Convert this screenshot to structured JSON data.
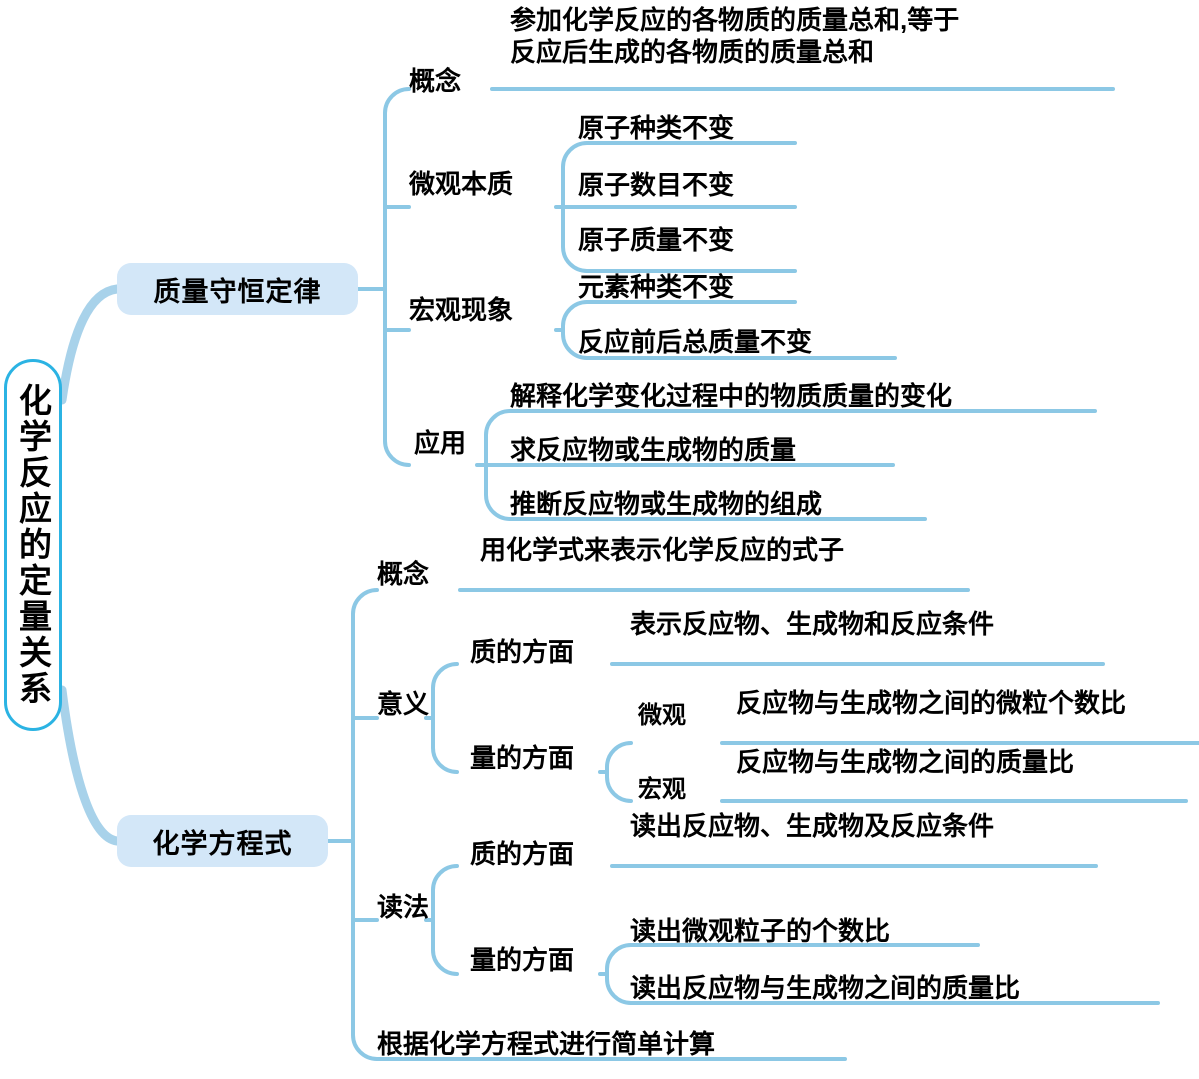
{
  "diagram": {
    "title": "化学反应的定量关系",
    "type": "mind-map",
    "colors": {
      "root_border": "#2BB3E3",
      "branch_fill": "#D3E7F8",
      "connector": "#7BC0E2",
      "connector_thin": "#9CCDE8",
      "text": "#000000",
      "background": "#FFFFFF"
    }
  },
  "root": {
    "label": "化学反应的定量关系"
  },
  "branches": [
    {
      "label": "质量守恒定律",
      "children": [
        {
          "label": "概念",
          "leaves": [
            {
              "line1": "参加化学反应的各物质的质量总和,等于",
              "line2": "反应后生成的各物质的质量总和"
            }
          ]
        },
        {
          "label": "微观本质",
          "leaves": [
            {
              "text": "原子种类不变"
            },
            {
              "text": "原子数目不变"
            },
            {
              "text": "原子质量不变"
            }
          ]
        },
        {
          "label": "宏观现象",
          "leaves": [
            {
              "text": "元素种类不变"
            },
            {
              "text": "反应前后总质量不变"
            }
          ]
        },
        {
          "label": "应用",
          "leaves": [
            {
              "text": "解释化学变化过程中的物质质量的变化"
            },
            {
              "text": "求反应物或生成物的质量"
            },
            {
              "text": "推断反应物或生成物的组成"
            }
          ]
        }
      ]
    },
    {
      "label": "化学方程式",
      "children": [
        {
          "label": "概念",
          "leaves": [
            {
              "text": "用化学式来表示化学反应的式子"
            }
          ]
        },
        {
          "label": "意义",
          "subgroups": [
            {
              "label": "质的方面",
              "leaves": [
                {
                  "text": "表示反应物、生成物和反应条件"
                }
              ]
            },
            {
              "label": "量的方面",
              "aspects": [
                {
                  "label": "微观",
                  "text": "反应物与生成物之间的微粒个数比"
                },
                {
                  "label": "宏观",
                  "text": "反应物与生成物之间的质量比"
                }
              ]
            }
          ]
        },
        {
          "label": "读法",
          "subgroups": [
            {
              "label": "质的方面",
              "leaves": [
                {
                  "text": "读出反应物、生成物及反应条件"
                }
              ]
            },
            {
              "label": "量的方面",
              "leaves": [
                {
                  "text": "读出微观粒子的个数比"
                },
                {
                  "text": "读出反应物与生成物之间的质量比"
                }
              ]
            }
          ]
        },
        {
          "label": "根据化学方程式进行简单计算",
          "leaves": []
        }
      ]
    }
  ]
}
